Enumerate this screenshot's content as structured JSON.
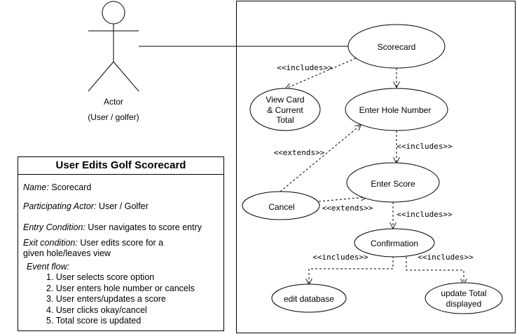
{
  "actor": {
    "name": "Actor",
    "role": "(User / golfer)"
  },
  "use_cases": {
    "scorecard": "Scorecard",
    "view_card": [
      "View Card",
      "& Current",
      "Total"
    ],
    "enter_hole": "Enter Hole Number",
    "enter_score": "Enter Score",
    "cancel": "Cancel",
    "confirmation": "Confirmation",
    "edit_database": "edit database",
    "update_total": [
      "update Total",
      "displayed"
    ]
  },
  "relations": {
    "includes": "<<includes>>",
    "extends": "<<extends>>"
  },
  "description": {
    "title": "User Edits Golf Scorecard",
    "name_label": "Name:",
    "name_value": "Scorecard",
    "actor_label": "Participating Actor:",
    "actor_value": "User / Golfer",
    "entry_label": "Entry Condition:",
    "entry_value": "User navigates to score entry",
    "exit_label": "Exit condition:",
    "exit_value_line1": "User edits score for a",
    "exit_value_line2": "given hole/leaves view",
    "event_flow_label": "Event flow:",
    "event_flow": [
      "1. User selects score option",
      "2. User enters hole number or cancels",
      "3. User enters/updates a score",
      "4. User clicks okay/cancel",
      "5. Total score is updated"
    ]
  }
}
